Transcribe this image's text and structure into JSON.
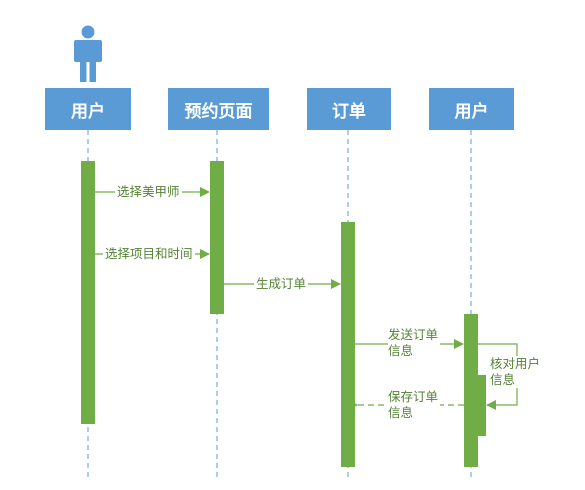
{
  "diagram": {
    "actor_icon": "person-icon",
    "lifelines": [
      {
        "label": "用户"
      },
      {
        "label": "预约页面"
      },
      {
        "label": "订单"
      },
      {
        "label": "用户"
      }
    ],
    "messages": [
      {
        "text": "选择美甲师"
      },
      {
        "text": "选择项目和时间"
      },
      {
        "text": "生成订单"
      },
      {
        "text": "发送订单信息"
      },
      {
        "text": "核对用户信息"
      },
      {
        "text": "保存订单信息"
      }
    ],
    "colors": {
      "header": "#5b9bd5",
      "activation": "#70ad47",
      "message": "#548235",
      "lifeline": "#5b9bd5"
    }
  }
}
